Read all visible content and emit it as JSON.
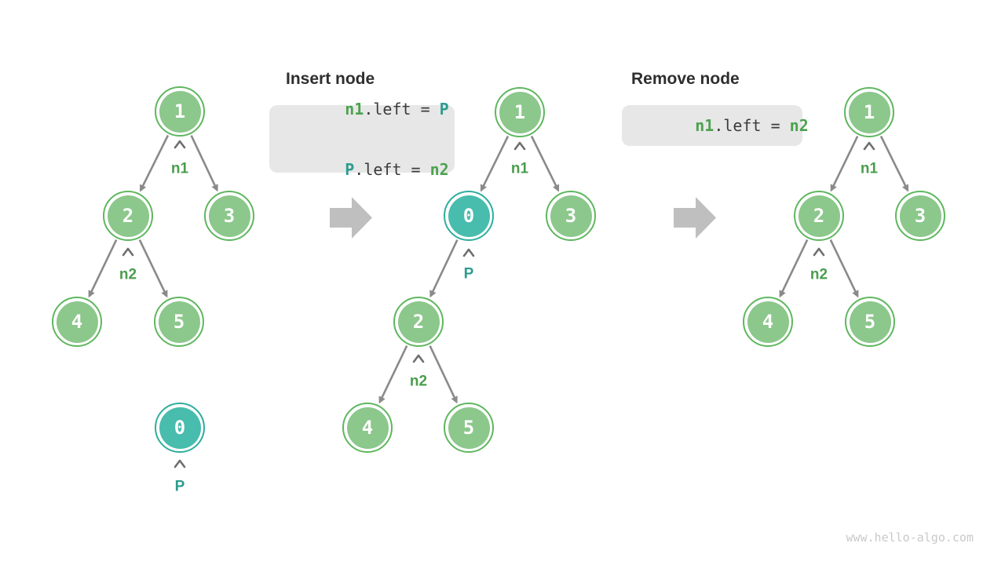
{
  "watermark": "www.hello-algo.com",
  "insert_section": {
    "title": "Insert node",
    "line1": {
      "a": "n1",
      "b": ".left = ",
      "c": "P"
    },
    "line2": {
      "a": "P",
      "b": ".left = ",
      "c": "n2"
    }
  },
  "remove_section": {
    "title": "Remove node",
    "line1": {
      "a": "n1",
      "b": ".left = ",
      "c": "n2"
    }
  },
  "tree_before": {
    "n1": "1",
    "n2": "2",
    "n3": "3",
    "n4": "4",
    "n5": "5",
    "p0": "0",
    "label_n1": "n1",
    "label_n2": "n2",
    "label_p": "P"
  },
  "tree_inserted": {
    "n1": "1",
    "p0": "0",
    "n3": "3",
    "n2": "2",
    "n4": "4",
    "n5": "5",
    "label_n1": "n1",
    "label_p": "P",
    "label_n2": "n2"
  },
  "tree_after": {
    "n1": "1",
    "n2": "2",
    "n3": "3",
    "n4": "4",
    "n5": "5",
    "label_n1": "n1",
    "label_n2": "n2"
  },
  "icons": {
    "step_arrow": "block-arrow-right",
    "parent_pointer": "caret-up"
  },
  "colors": {
    "node_green_fill": "#8CC78C",
    "node_green_border": "#5FB75F",
    "node_teal_fill": "#48BCAD",
    "node_teal_border": "#2FAE9E",
    "edge_gray": "#8A8A8A",
    "block_arrow_gray": "#BFBFBF",
    "code_background": "#E7E7E7",
    "code_plain": "#3C3C3C",
    "code_green": "#4CA24F",
    "code_teal": "#2D9C8E"
  }
}
